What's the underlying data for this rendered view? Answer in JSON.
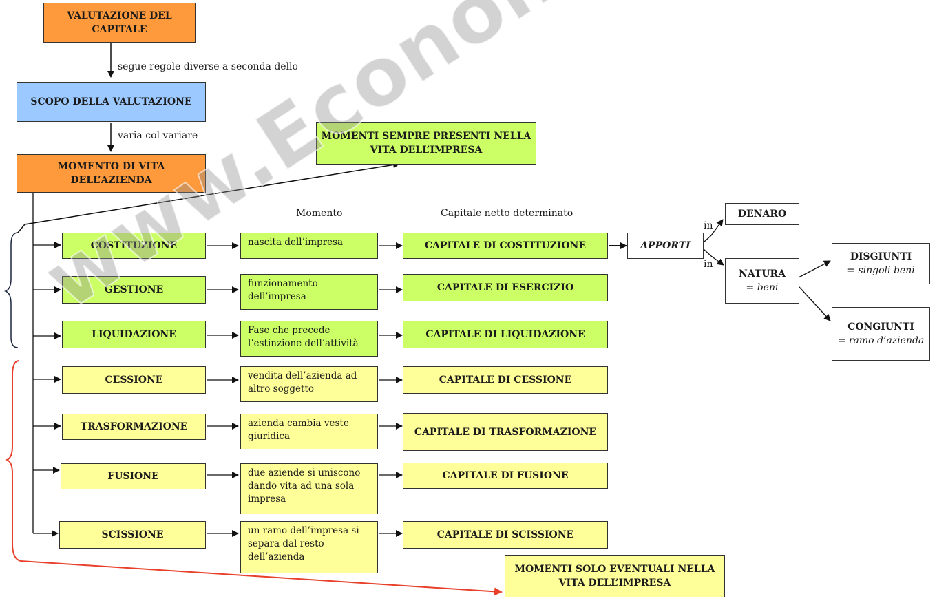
{
  "top": {
    "valutazione": "VALUTAZIONE DEL CAPITALE",
    "scopo": "SCOPO DELLA VALUTAZIONE",
    "momento_vita": "MOMENTO DI VITA DELL’AZIENDA"
  },
  "connectors": {
    "segue": "segue regole diverse a seconda dello",
    "varia": "varia col variare"
  },
  "headers": {
    "momento": "Momento",
    "capitale": "Capitale netto determinato"
  },
  "groups": {
    "sempre": "MOMENTI SEMPRE PRESENTI NELLA VITA DELL’IMPRESA",
    "eventuali": "MOMENTI SOLO EVENTUALI NELLA VITA DELL’IMPRESA"
  },
  "rows": [
    {
      "phase": "COSTITUZIONE",
      "desc": "nascita dell’impresa",
      "capital": "CAPITALE DI COSTITUZIONE"
    },
    {
      "phase": "GESTIONE",
      "desc": "funzionamento dell’impresa",
      "capital": "CAPITALE DI ESERCIZIO"
    },
    {
      "phase": "LIQUIDAZIONE",
      "desc": "Fase che precede l’estinzione dell’attività",
      "capital": "CAPITALE DI LIQUIDAZIONE"
    },
    {
      "phase": "CESSIONE",
      "desc": "vendita dell’azienda ad altro soggetto",
      "capital": "CAPITALE DI CESSIONE"
    },
    {
      "phase": "TRASFORMAZIONE",
      "desc": "azienda cambia veste giuridica",
      "capital": "CAPITALE DI TRASFORMAZIONE"
    },
    {
      "phase": "FUSIONE",
      "desc": "due aziende si uniscono dando vita ad una sola impresa",
      "capital": "CAPITALE DI FUSIONE"
    },
    {
      "phase": "SCISSIONE",
      "desc": "un ramo dell’impresa si separa dal resto dell’azienda",
      "capital": "CAPITALE DI SCISSIONE"
    }
  ],
  "apporti": {
    "label": "APPORTI",
    "in1": "in",
    "in2": "in",
    "denaro": "DENARO",
    "natura": "NATURA",
    "natura_sub": "= beni",
    "disgiunti": "DISGIUNTI",
    "disgiunti_sub": "= singoli beni",
    "congiunti": "CONGIUNTI",
    "congiunti_sub": "= ramo d’azienda"
  },
  "watermark": "www.EconomiAziendale.net",
  "colors": {
    "orange": "#ff9a3c",
    "blue": "#9cc9ff",
    "green": "#ccff66",
    "yellow": "#ffff99",
    "red_bracket": "#e8402a"
  }
}
